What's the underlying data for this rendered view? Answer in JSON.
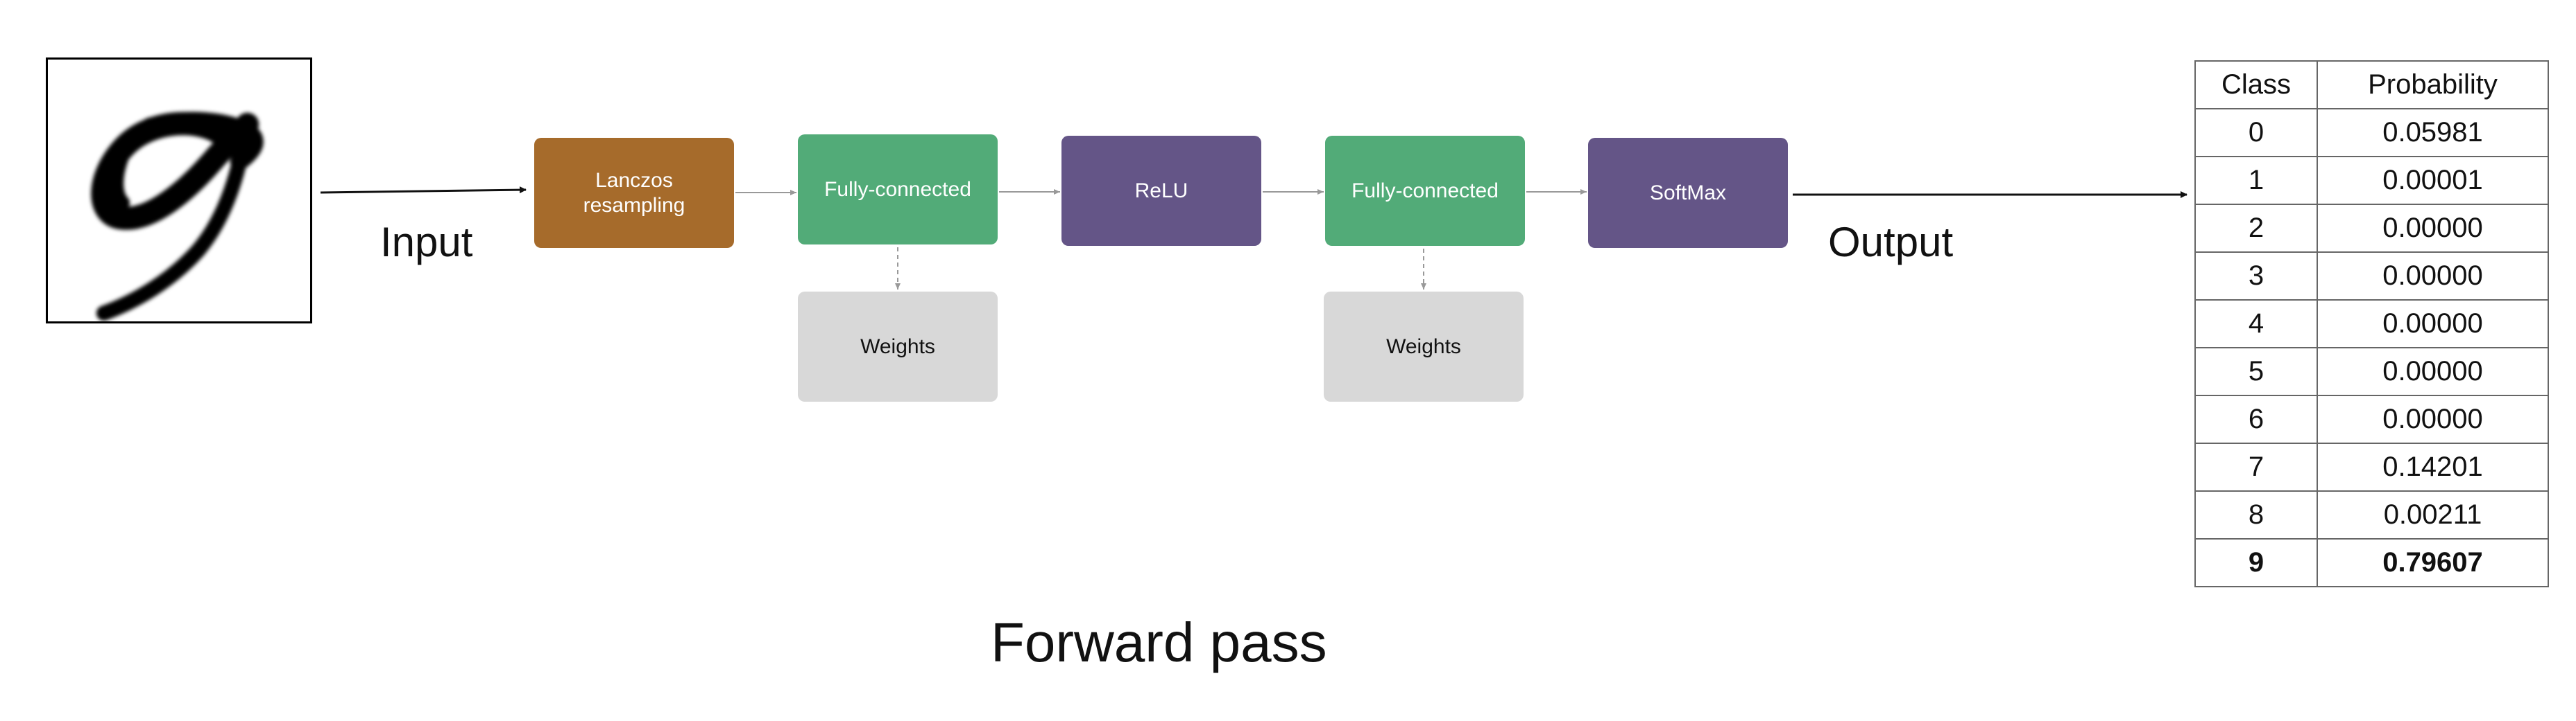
{
  "labels": {
    "input": "Input",
    "output": "Output",
    "caption": "Forward pass"
  },
  "input_image": {
    "content": "9"
  },
  "nodes": {
    "resample": "Lanczos resampling",
    "fc1": "Fully-connected",
    "relu": "ReLU",
    "fc2": "Fully-connected",
    "softmax": "SoftMax",
    "weights1": "Weights",
    "weights2": "Weights"
  },
  "colors": {
    "resample": "#a66b2b",
    "fully_connected": "#52ab78",
    "activation": "#645587",
    "weights": "#d8d8d8"
  },
  "table": {
    "header": {
      "class": "Class",
      "probability": "Probability"
    },
    "rows": [
      {
        "class": "0",
        "probability": "0.05981"
      },
      {
        "class": "1",
        "probability": "0.00001"
      },
      {
        "class": "2",
        "probability": "0.00000"
      },
      {
        "class": "3",
        "probability": "0.00000"
      },
      {
        "class": "4",
        "probability": "0.00000"
      },
      {
        "class": "5",
        "probability": "0.00000"
      },
      {
        "class": "6",
        "probability": "0.00000"
      },
      {
        "class": "7",
        "probability": "0.14201"
      },
      {
        "class": "8",
        "probability": "0.00211"
      },
      {
        "class": "9",
        "probability": "0.79607"
      }
    ],
    "highlight_class": "9"
  }
}
